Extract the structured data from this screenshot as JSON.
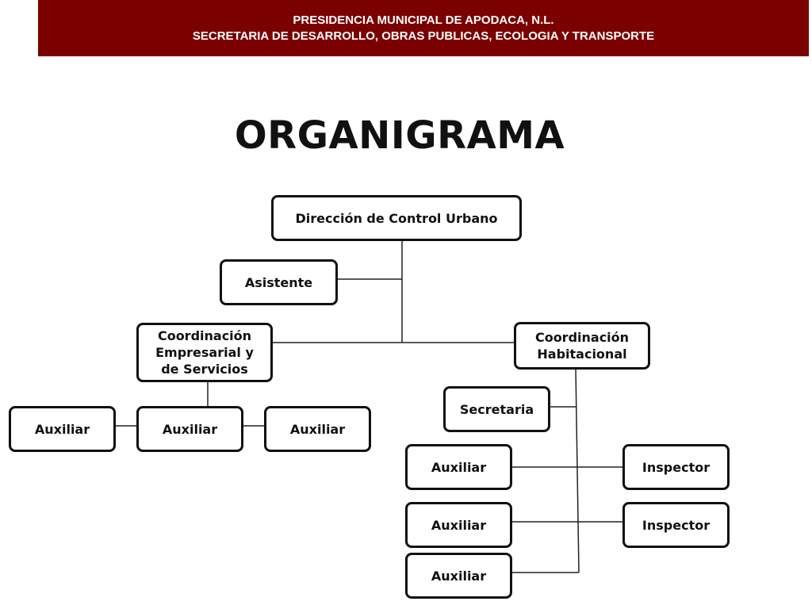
{
  "colors": {
    "header_bg": "#7b0000",
    "header_text": "#ffffff",
    "box_border": "#111111",
    "line": "#222222"
  },
  "header": {
    "line1": "PRESIDENCIA MUNICIPAL DE APODACA, N.L.",
    "line2": "SECRETARIA DE DESARROLLO, OBRAS PUBLICAS, ECOLOGIA Y TRANSPORTE"
  },
  "title": "ORGANIGRAMA",
  "org": {
    "director": "Dirección de Control Urbano",
    "asistente": "Asistente",
    "coord_empresarial": {
      "line1": "Coordinación",
      "line2": "Empresarial y",
      "line3": "de Servicios"
    },
    "coord_habitacional": {
      "line1": "Coordinación",
      "line2": "Habitacional"
    },
    "empresarial_auxiliares": [
      "Auxiliar",
      "Auxiliar",
      "Auxiliar"
    ],
    "secretaria": "Secretaria",
    "habitacional_auxiliares": [
      "Auxiliar",
      "Auxiliar",
      "Auxiliar"
    ],
    "inspectores": [
      "Inspector",
      "Inspector"
    ]
  }
}
